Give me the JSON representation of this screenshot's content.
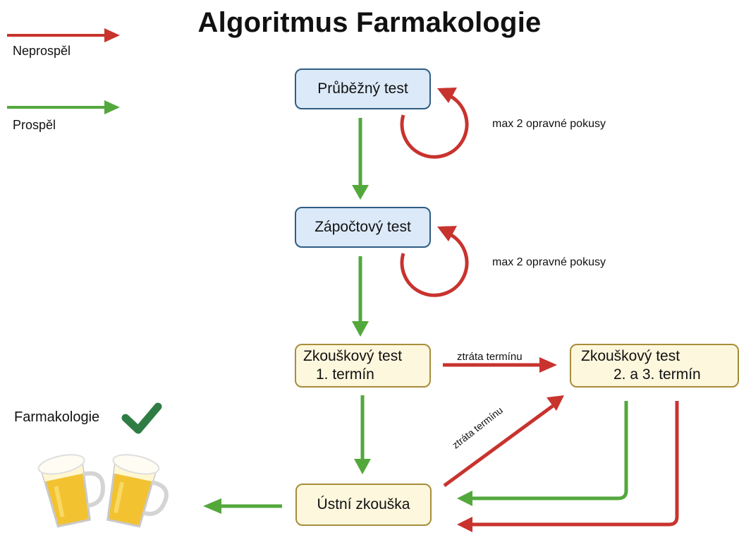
{
  "title": "Algoritmus Farmakologie",
  "colors": {
    "fail": "#c8332e",
    "pass": "#53a83c",
    "check": "#2f7d44"
  },
  "legend": {
    "fail_label": "Neprospěl",
    "pass_label": "Prospěl"
  },
  "nodes": {
    "prubezny": "Průběžný test",
    "zapoctovy": "Zápočtový test",
    "zkouskovy1_line1": "Zkouškový test",
    "zkouskovy1_line2": "1.  termín",
    "zkouskovy2_line1": "Zkouškový test",
    "zkouskovy2_line2": "2. a 3. termín",
    "ustni": "Ústní zkouška"
  },
  "notes": {
    "retake1": "max 2 opravné pokusy",
    "retake2": "max 2 opravné pokusy",
    "loss_horizontal": "ztráta termínu",
    "loss_diagonal": "ztráta termínu"
  },
  "result": {
    "label": "Farmakologie",
    "icons": [
      "check-icon",
      "beer-mugs-icon"
    ]
  }
}
